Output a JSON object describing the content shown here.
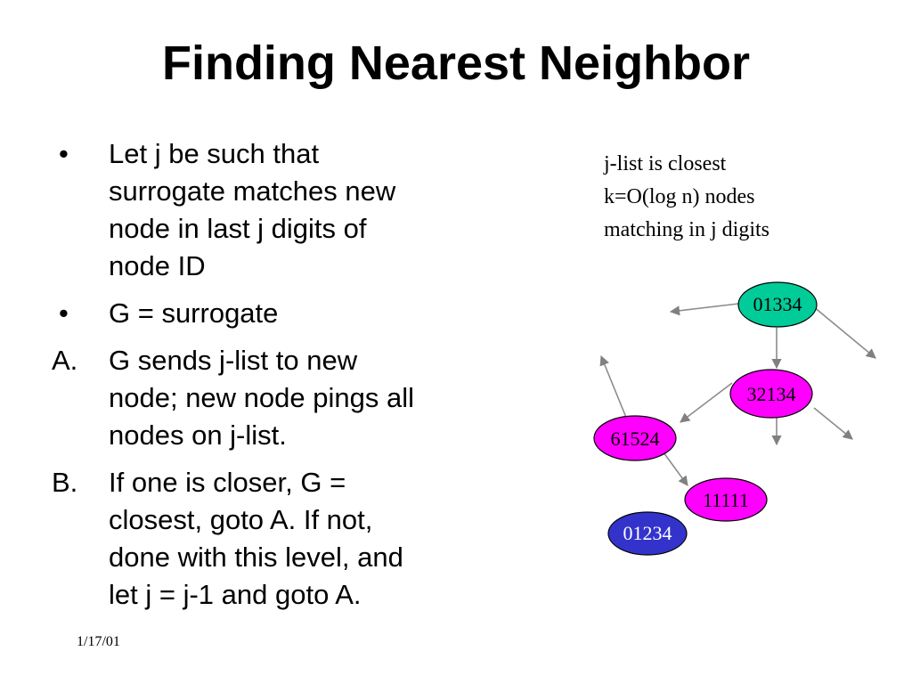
{
  "title": "Finding Nearest Neighbor",
  "bullets": [
    {
      "marker": "•",
      "text_lines": [
        "Let j be such that",
        "surrogate matches new",
        "node in last  j digits of",
        "node ID"
      ]
    },
    {
      "marker": "•",
      "text_lines": [
        "G = surrogate"
      ]
    },
    {
      "marker": "A.",
      "text_lines": [
        "G sends j-list to new",
        "node; new node pings all",
        "nodes on j-list."
      ]
    },
    {
      "marker": "B.",
      "text_lines": [
        "If one is closer,  G =",
        "closest, goto A.  If not,",
        "done with this level, and",
        "let j = j-1 and goto A."
      ]
    }
  ],
  "annotation": [
    "j-list is closest",
    "k=O(log n) nodes",
    "matching in j digits"
  ],
  "nodes": [
    {
      "label": "01334",
      "color": "#00CC99"
    },
    {
      "label": "32134",
      "color": "#FF00FF"
    },
    {
      "label": "61524",
      "color": "#FF00FF"
    },
    {
      "label": "11111",
      "color": "#FF00FF"
    },
    {
      "label": "01234",
      "color": "#3333CC"
    }
  ],
  "footer_date": "1/17/01"
}
